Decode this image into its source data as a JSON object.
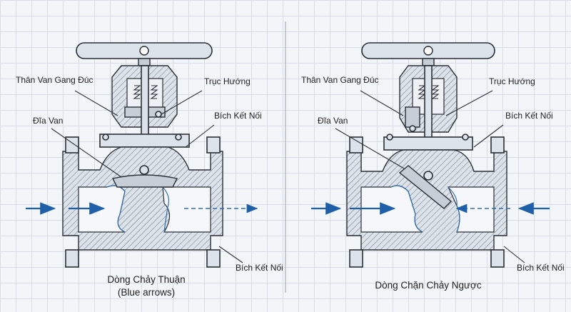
{
  "left_valve": {
    "labels": {
      "body": "Thân Van Gang Đúc",
      "stem": "Trục Hướng",
      "disc": "Đĩa Van",
      "flange_top": "Bích Kết Nối",
      "flange_bottom": "Bích Kết Nối"
    },
    "caption_line1": "Dòng Chảy Thuận",
    "caption_line2": "(Blue arrows)"
  },
  "right_valve": {
    "labels": {
      "body": "Thân Van Gang Đúc",
      "stem": "Trục Hướng",
      "disc": "Đĩa Van",
      "flange_top": "Bích Kết Nối",
      "flange_bottom": "Bích Kết Nối"
    },
    "caption": "Dòng Chặn Chảy Ngược"
  },
  "colors": {
    "arrow": "#1f5fa8",
    "grid": "#d6dde6",
    "background": "#f3f6f9",
    "outline": "#2a2f36"
  }
}
